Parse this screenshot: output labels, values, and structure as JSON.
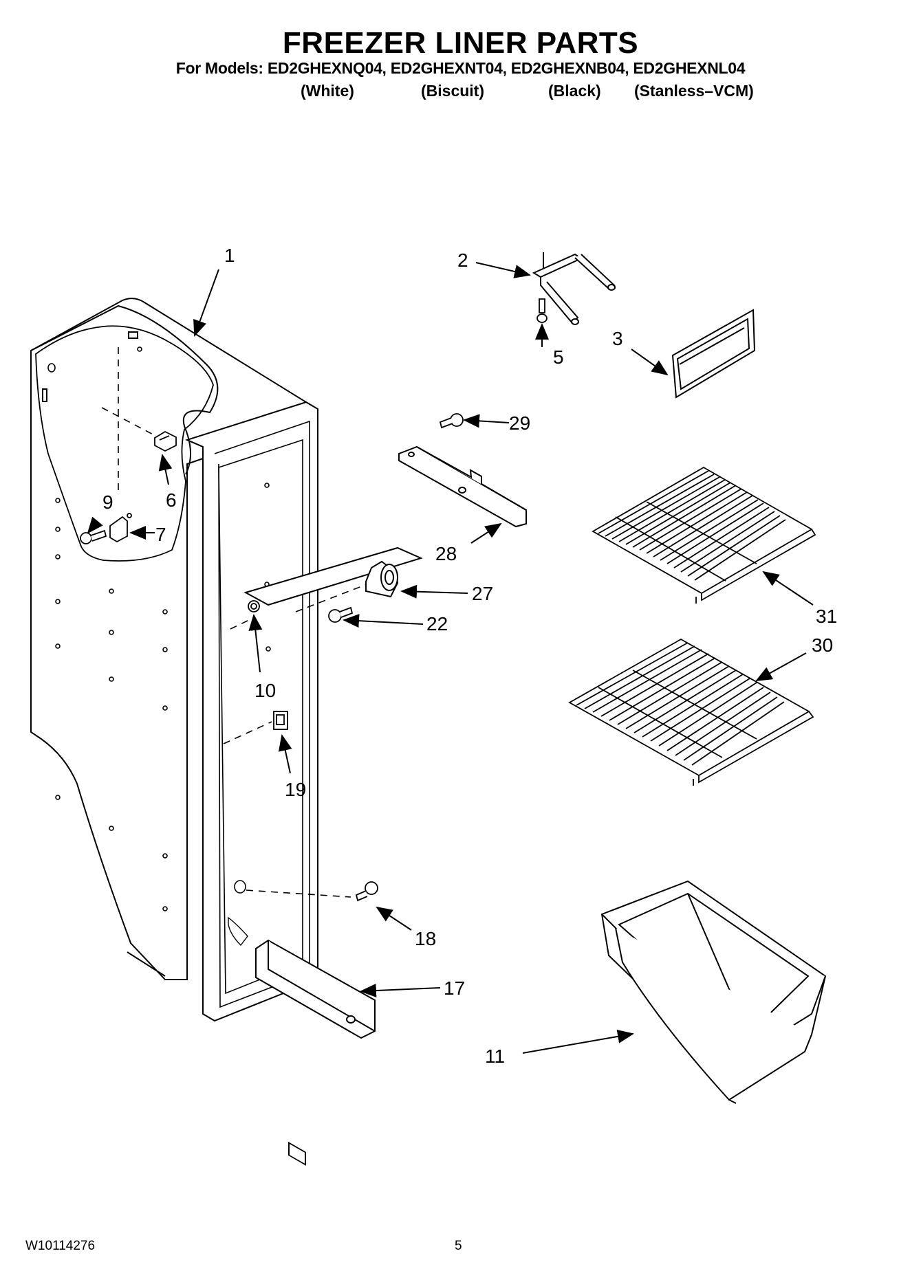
{
  "header": {
    "title": "FREEZER LINER PARTS",
    "models_line": "For Models: ED2GHEXNQ04, ED2GHEXNT04, ED2GHEXNB04, ED2GHEXNL04",
    "colors": [
      "(White)",
      "(Biscuit)",
      "(Black)",
      "(Stanless–VCM)"
    ]
  },
  "callouts": [
    "1",
    "2",
    "3",
    "5",
    "6",
    "7",
    "9",
    "10",
    "11",
    "17",
    "18",
    "19",
    "22",
    "27",
    "28",
    "29",
    "30",
    "31"
  ],
  "footer": {
    "doc_id": "W10114276",
    "page": "5"
  }
}
